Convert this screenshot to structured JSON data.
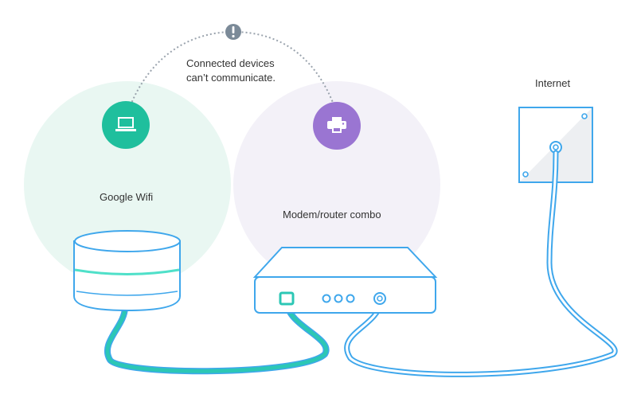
{
  "labels": {
    "warning_line1": "Connected devices",
    "warning_line2": "can’t communicate.",
    "internet": "Internet",
    "google_wifi": "Google Wifi",
    "modem_router": "Modem/router combo"
  },
  "icons": {
    "warning": "exclamation-icon",
    "laptop": "laptop-icon",
    "printer": "printer-icon"
  },
  "colors": {
    "wifi_zone": "#e9f7f2",
    "modem_zone": "#f3f1f8",
    "laptop_badge": "#1fbf9d",
    "printer_badge": "#9a75d2",
    "warning_badge": "#7b8a98",
    "device_outline": "#3fa7ec",
    "device_fill": "#ffffff",
    "cable_teal": "#2cc7b5",
    "wifi_light": "#4fe0c9",
    "dotted_arc": "#9aa3ad"
  }
}
